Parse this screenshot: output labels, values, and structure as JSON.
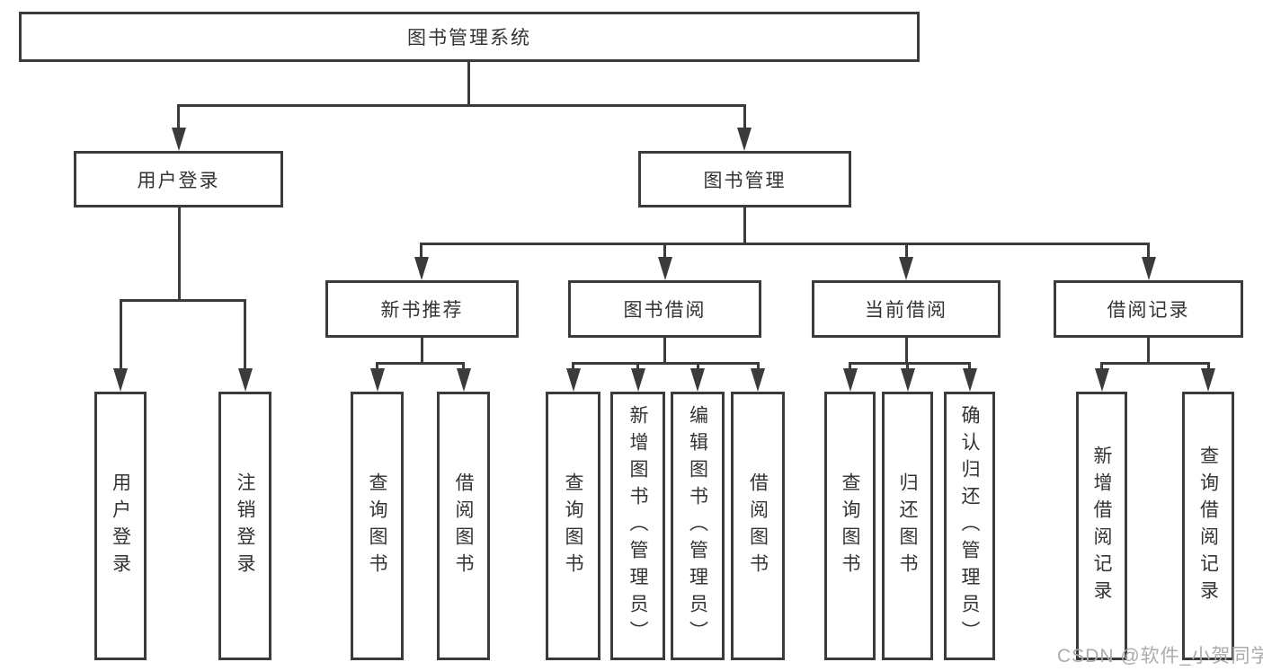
{
  "diagram": {
    "type": "tree",
    "root": {
      "label": "图书管理系统",
      "children": [
        {
          "label": "用户登录",
          "children": [
            {
              "label": "用户登录"
            },
            {
              "label": "注销登录"
            }
          ]
        },
        {
          "label": "图书管理",
          "children": [
            {
              "label": "新书推荐",
              "children": [
                {
                  "label": "查询图书"
                },
                {
                  "label": "借阅图书"
                }
              ]
            },
            {
              "label": "图书借阅",
              "children": [
                {
                  "label": "查询图书"
                },
                {
                  "label": "新增图书（管理员）"
                },
                {
                  "label": "编辑图书（管理员）"
                },
                {
                  "label": "借阅图书"
                }
              ]
            },
            {
              "label": "当前借阅",
              "children": [
                {
                  "label": "查询图书"
                },
                {
                  "label": "归还图书"
                },
                {
                  "label": "确认归还（管理员）"
                }
              ]
            },
            {
              "label": "借阅记录",
              "children": [
                {
                  "label": "新增借阅记录"
                },
                {
                  "label": "查询借阅记录"
                }
              ]
            }
          ]
        }
      ]
    },
    "watermark": "CSDN @软件_小贺同学",
    "colors": {
      "line": "#3b3b3b",
      "text": "#333333",
      "background": "#ffffff",
      "watermark": "#ababab"
    }
  }
}
